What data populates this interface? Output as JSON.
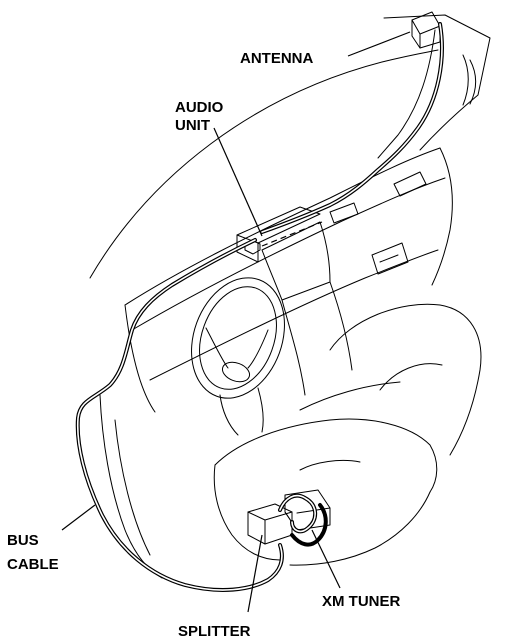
{
  "labels": {
    "antenna": "ANTENNA",
    "audio_unit_line1": "AUDIO",
    "audio_unit_line2": "UNIT",
    "bus_cable_line1": "BUS",
    "bus_cable_line2": "CABLE",
    "splitter": "SPLITTER",
    "xm_tuner": "XM TUNER"
  }
}
